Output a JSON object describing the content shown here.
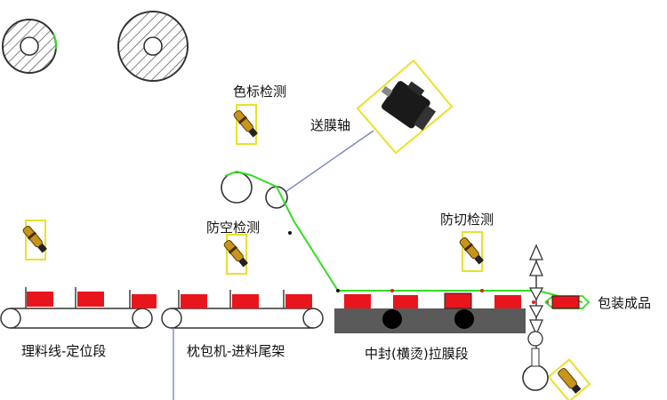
{
  "labels": {
    "color_mark_detect": "色标检测",
    "film_feed_shaft": "送膜轴",
    "empty_detect": "防空检测",
    "anti_cut_detect": "防切检测",
    "finished_product": "包装成品",
    "sorting_line": "理料线-定位段",
    "infeed_frame": "枕包机-进料尾架",
    "center_seal_section": "中封(横烫)拉膜段"
  },
  "colors": {
    "product": "#e8161c",
    "film_path": "#33dd22",
    "sensor_frame": "#e9e12a",
    "sensor_body": "#c8951c",
    "motor_link": "#7788bb",
    "belt_dark": "#555555"
  },
  "icons": [
    "film-roll-icon",
    "servo-motor-icon",
    "photoelectric-sensor-icon",
    "conveyor-roller-icon",
    "cutter-blade-icon"
  ]
}
